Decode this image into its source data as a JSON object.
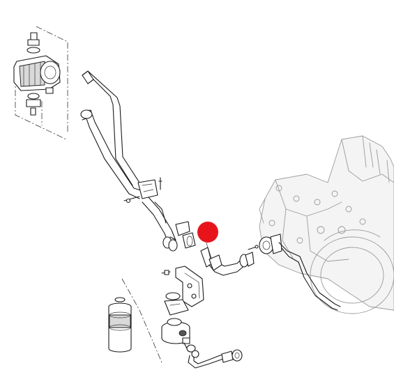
{
  "diagram": {
    "type": "exploded-parts-view",
    "style": "line-art",
    "marker_color": "#e8141c",
    "line_color": "#1a1a1a",
    "background_color": "#ffffff",
    "components": [
      {
        "name": "hydraulic-pump",
        "icon": "pump-assembly"
      },
      {
        "name": "suction-pipe",
        "icon": "bent-pipe"
      },
      {
        "name": "pipe-clamp-bracket",
        "icon": "bracket"
      },
      {
        "name": "hose-fitting",
        "icon": "fitting"
      },
      {
        "name": "elbow-hose",
        "icon": "elbow"
      },
      {
        "name": "filter-cartridge",
        "icon": "cylinder-filter"
      },
      {
        "name": "filter-head",
        "icon": "filter-head"
      },
      {
        "name": "return-line",
        "icon": "pipe"
      },
      {
        "name": "transmission-housing",
        "icon": "housing"
      }
    ],
    "highlight": {
      "name": "selected-part-marker",
      "shape": "circle"
    }
  }
}
